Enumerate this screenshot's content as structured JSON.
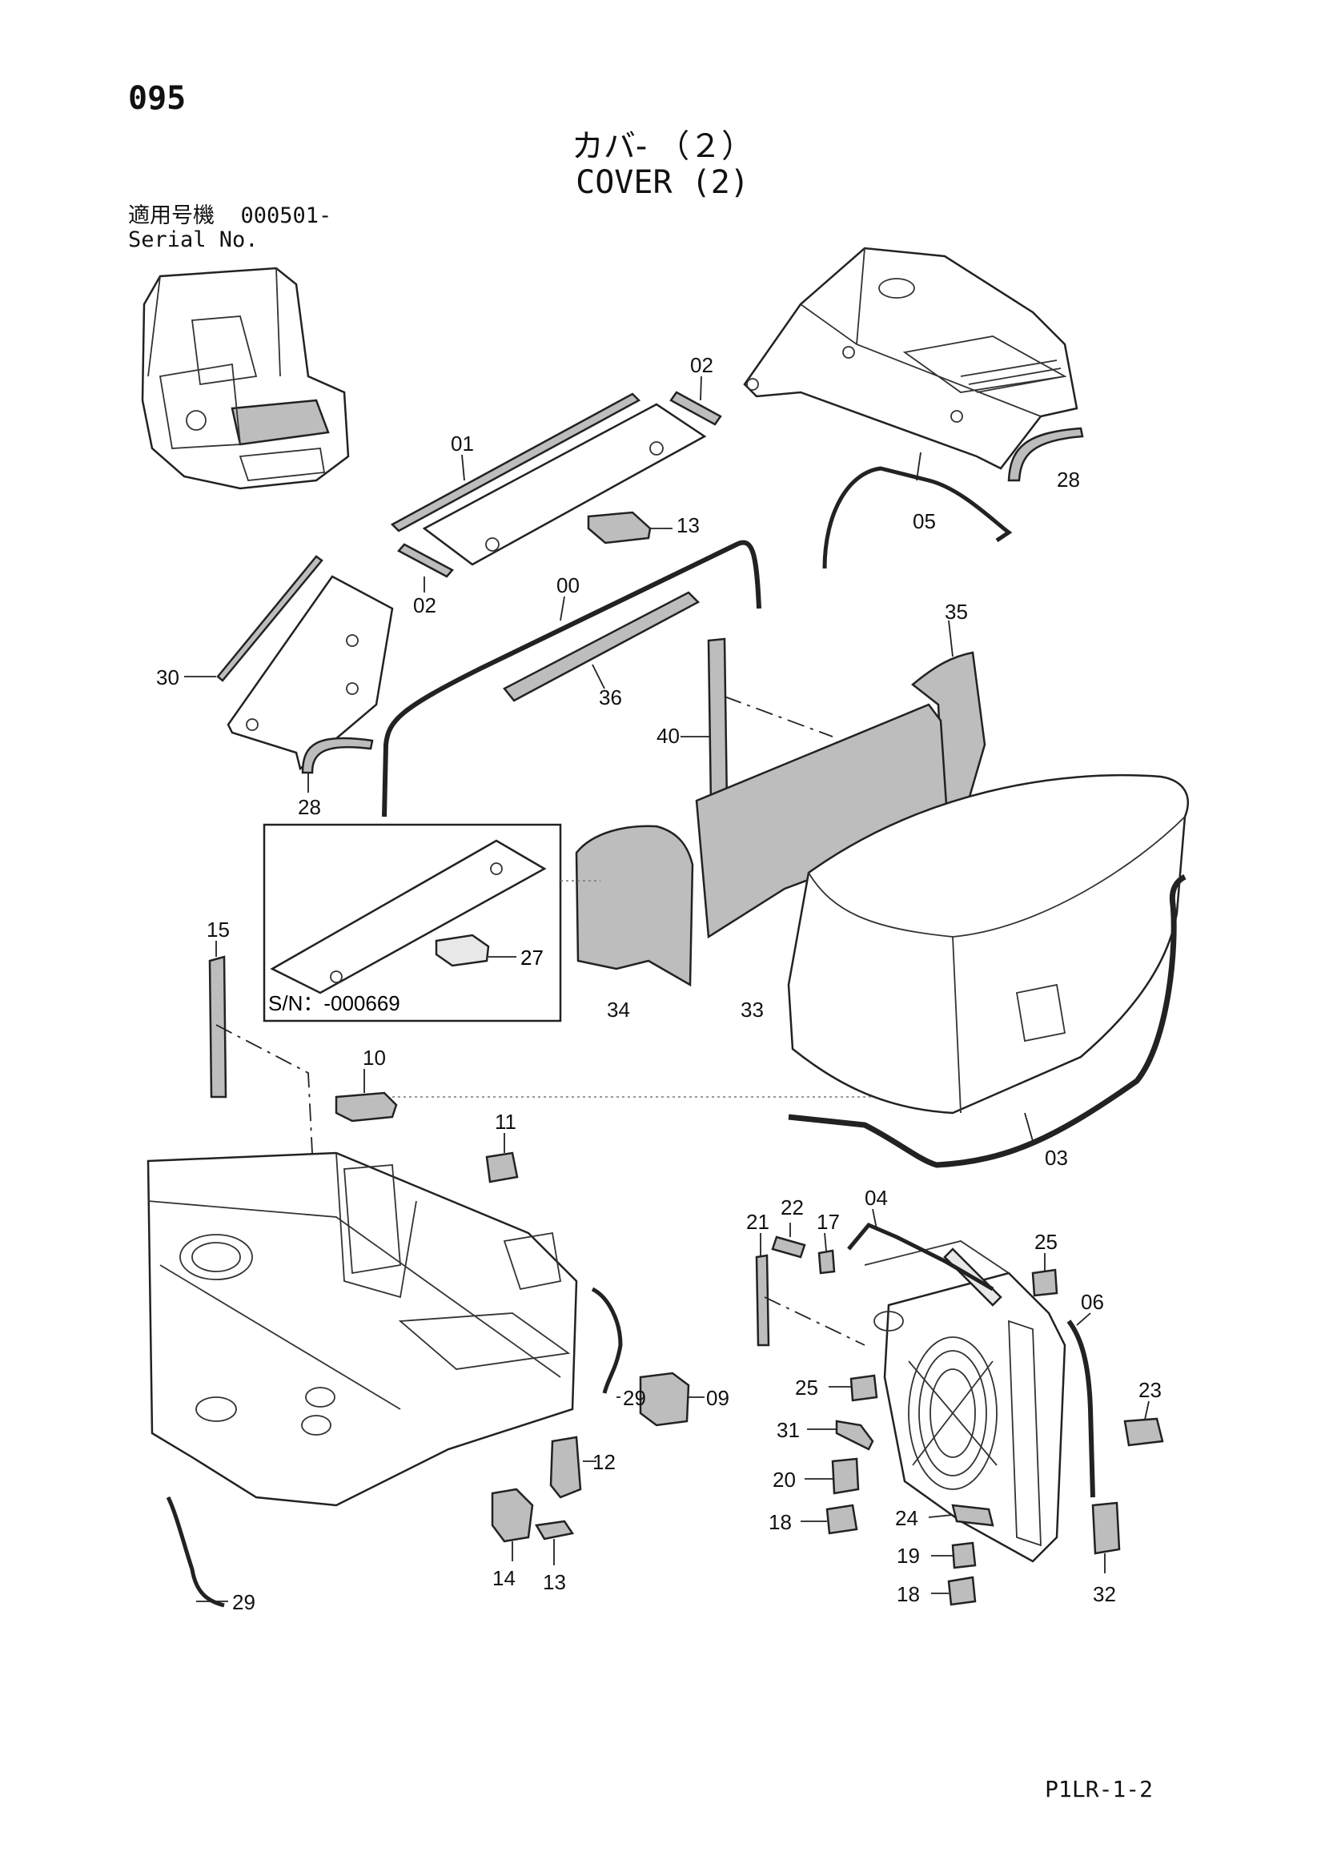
{
  "page_number": "095",
  "title_jp": "カバ- （２）",
  "title_en": "COVER (2)",
  "serial_label_jp": "適用号機",
  "serial_value": "000501-",
  "serial_label_en": "Serial No.",
  "footer_code": "P1LR-1-2",
  "inset": {
    "caption": "S/N：-000669",
    "part": "27"
  },
  "labels": {
    "p00": "00",
    "p01": "01",
    "p02a": "02",
    "p02b": "02",
    "p03": "03",
    "p04": "04",
    "p05": "05",
    "p06": "06",
    "p09": "09",
    "p10": "10",
    "p11": "11",
    "p12": "12",
    "p13a": "13",
    "p13b": "13",
    "p14": "14",
    "p15": "15",
    "p17": "17",
    "p18a": "18",
    "p18b": "18",
    "p19": "19",
    "p20": "20",
    "p21": "21",
    "p22": "22",
    "p23": "23",
    "p24": "24",
    "p25a": "25",
    "p25b": "25",
    "p28a": "28",
    "p28b": "28",
    "p29a": "29",
    "p29b": "29",
    "p30": "30",
    "p31": "31",
    "p32": "32",
    "p33": "33",
    "p34": "34",
    "p35": "35",
    "p36": "36",
    "p40": "40"
  }
}
